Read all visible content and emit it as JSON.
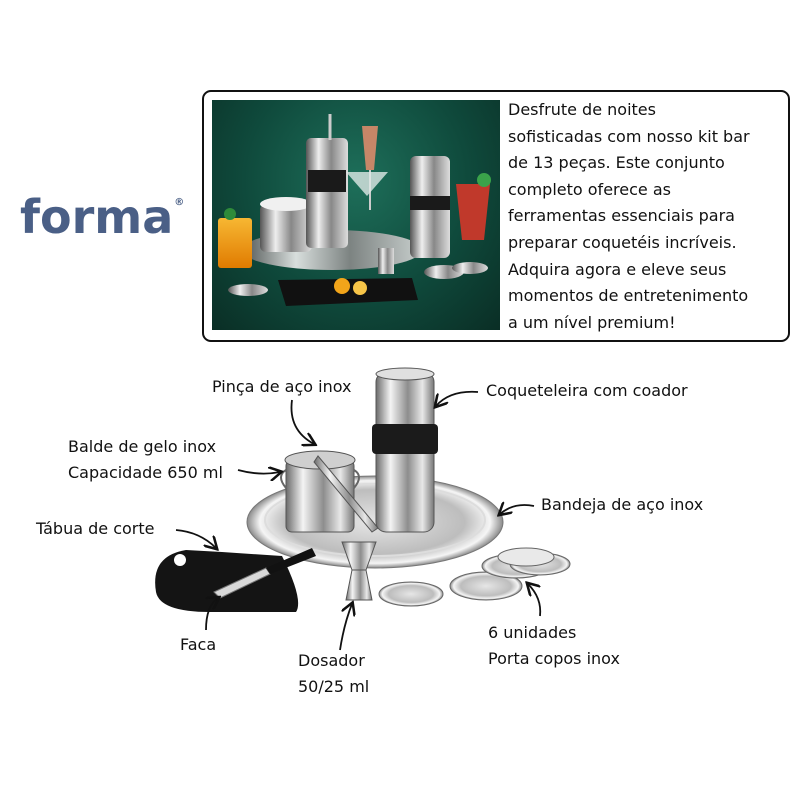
{
  "brand": {
    "logo_text": "forma",
    "registered": "®"
  },
  "promo": {
    "lines": [
      "Desfrute de noites",
      "sofisticadas com nosso kit bar",
      "de 13 peças. Este conjunto",
      "completo oferece as",
      "ferramentas essenciais para",
      "preparar coquetéis incríveis.",
      "Adquira agora e eleve seus",
      "momentos de entretenimento",
      "a um nível premium!"
    ]
  },
  "labels": {
    "pinca": "Pinça de aço inox",
    "coqueteleira": "Coqueteleira com coador",
    "balde_1": "Balde de gelo inox",
    "balde_2": "Capacidade 650 ml",
    "bandeja": "Bandeja de aço inox",
    "tabua": "Tábua de corte",
    "faca": "Faca",
    "dosador_1": "Dosador",
    "dosador_2": "50/25 ml",
    "portacopos_1": "6 unidades",
    "portacopos_2": "Porta copos inox"
  },
  "colors": {
    "logo": "#4a5f86",
    "photo_bg": "#0f4a3c",
    "border": "#111111"
  }
}
